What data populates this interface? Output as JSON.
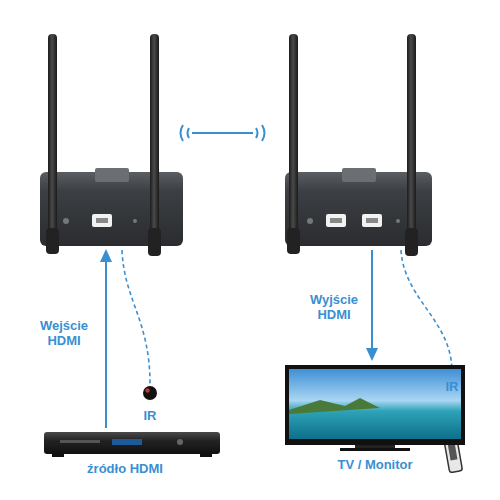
{
  "diagram": {
    "nodes": [
      {
        "text": [
          "źródło HDMI"
        ]
      },
      {
        "text": [
          "TV / Monitor"
        ]
      }
    ],
    "labels": [
      "Wejście HDMI",
      "IR",
      "Wyjście HDMI",
      "IR"
    ]
  }
}
